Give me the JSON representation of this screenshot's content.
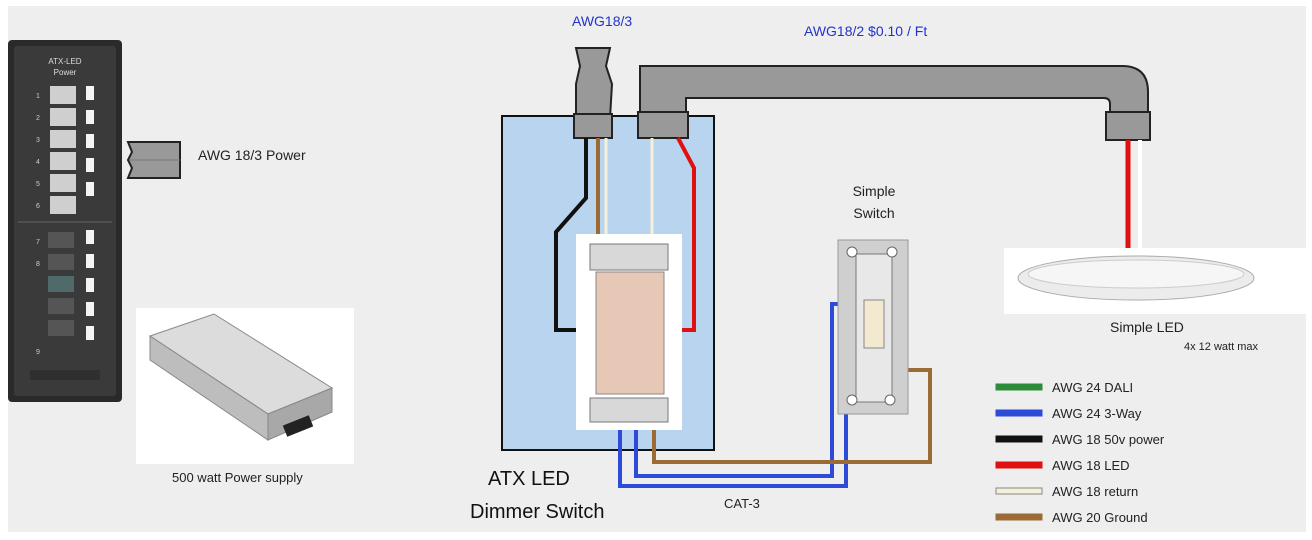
{
  "labels": {
    "awg18_3_top": "AWG18/3",
    "awg18_2_top": "AWG18/2 $0.10 / Ft",
    "awg18_3_power": "AWG 18/3 Power",
    "power_supply": "500 watt Power supply",
    "atx_led_line1": "ATX LED",
    "atx_led_line2": "Dimmer Switch",
    "cat3": "CAT-3",
    "simple_switch_line1": "Simple",
    "simple_switch_line2": "Switch",
    "simple_led": "Simple LED",
    "simple_led_sub": "4x 12 watt max"
  },
  "panel": {
    "title_line1": "ATX-LED",
    "title_line2": "Power",
    "slot_numbers": [
      "1",
      "2",
      "3",
      "4",
      "5",
      "6",
      "7",
      "8",
      "9"
    ]
  },
  "legend": [
    {
      "label": "AWG 24 DALI",
      "color": "#2e8b3a"
    },
    {
      "label": "AWG 24 3-Way",
      "color": "#2e4ad8"
    },
    {
      "label": "AWG 18 50v power",
      "color": "#111111"
    },
    {
      "label": "AWG 18 LED",
      "color": "#e01010"
    },
    {
      "label": "AWG 18 return",
      "color": "#f4f0d8"
    },
    {
      "label": "AWG 20 Ground",
      "color": "#9b6a35"
    }
  ],
  "colors": {
    "background": "#eeeeee",
    "label_blue": "#2233cc",
    "box_fill": "#b8d4ee",
    "conduit": "#999999"
  }
}
